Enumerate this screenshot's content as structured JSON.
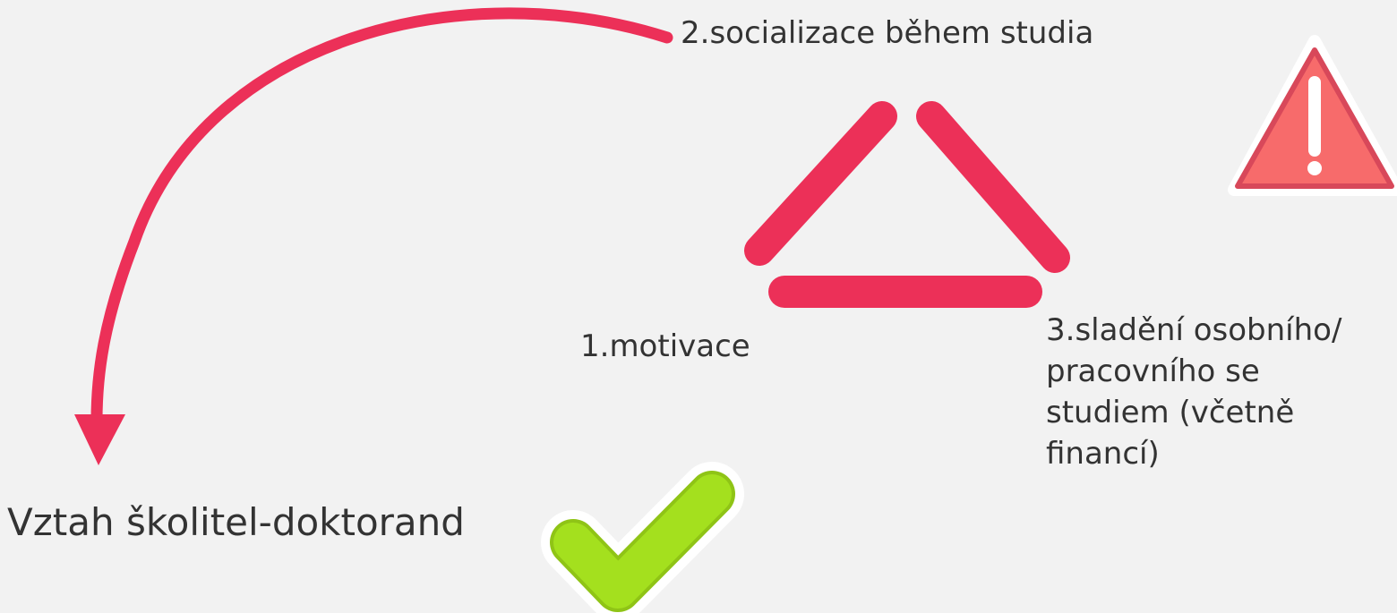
{
  "diagram": {
    "labels": {
      "socializace": "2.socializace během studia",
      "motivace": "1.motivace",
      "sladeni_lines": [
        "3.sladění osobního/",
        "pracovního se",
        "studiem (včetně",
        "financí)"
      ],
      "vztah": "Vztah školitel-doktorand"
    },
    "icons": {
      "warning": "warning-triangle-icon",
      "check": "checkmark-icon"
    },
    "colors": {
      "background": "#f2f2f2",
      "accent": "#ec3058",
      "warning_fill": "#f76b6b",
      "warning_stroke": "#d8485a",
      "check_fill": "#a4e01e",
      "check_stroke": "#ffffff",
      "text": "#333333"
    }
  }
}
